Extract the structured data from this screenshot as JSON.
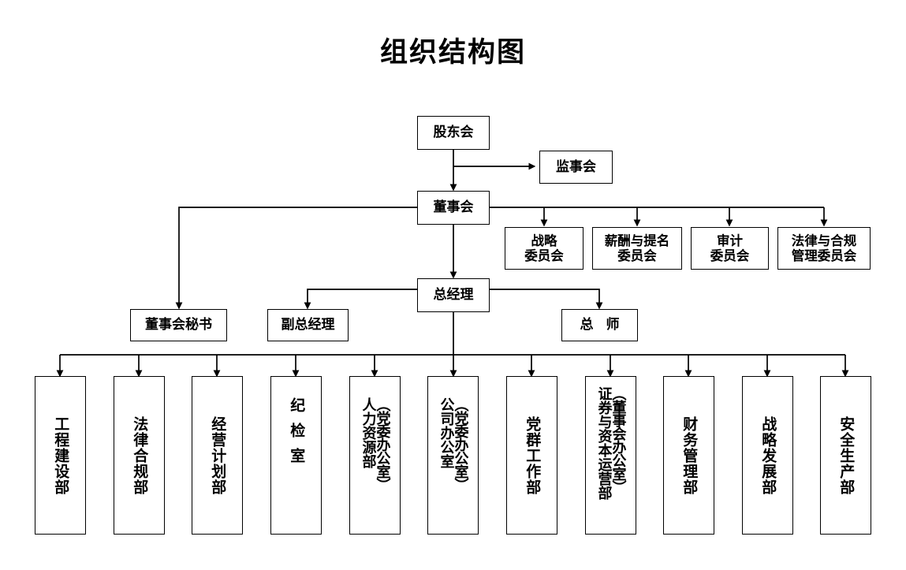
{
  "title": "组织结构图",
  "nodes": {
    "shareholders": "股东会",
    "supervisors": "监事会",
    "board": "董事会",
    "committees": [
      "战略\n委员会",
      "薪酬与提名\n委员会",
      "审计\n委员会",
      "法律与合规\n管理委员会"
    ],
    "general_manager": "总经理",
    "board_secretary": "董事会秘书",
    "deputy_gm": "副总经理",
    "chief_engineer": "总 师"
  },
  "departments": [
    {
      "name": "工程建设部",
      "aka": "",
      "style": "single"
    },
    {
      "name": "法律合规部",
      "aka": "",
      "style": "single"
    },
    {
      "name": "经营计划部",
      "aka": "",
      "style": "single"
    },
    {
      "name": "纪检室",
      "aka": "",
      "style": "spaced"
    },
    {
      "name": "人力资源部",
      "aka": "（党委办公室）",
      "style": "two"
    },
    {
      "name": "公司办公室",
      "aka": "（党委办公室）",
      "style": "two"
    },
    {
      "name": "党群工作部",
      "aka": "",
      "style": "single"
    },
    {
      "name": "证券与资本运营部",
      "aka": "（董事会办公室）",
      "style": "two"
    },
    {
      "name": "财务管理部",
      "aka": "",
      "style": "single"
    },
    {
      "name": "战略发展部",
      "aka": "",
      "style": "single"
    },
    {
      "name": "安全生产部",
      "aka": "",
      "style": "single"
    }
  ],
  "colors": {
    "line": "#000000",
    "box_border": "#000000",
    "background": "#ffffff",
    "text": "#000000"
  }
}
